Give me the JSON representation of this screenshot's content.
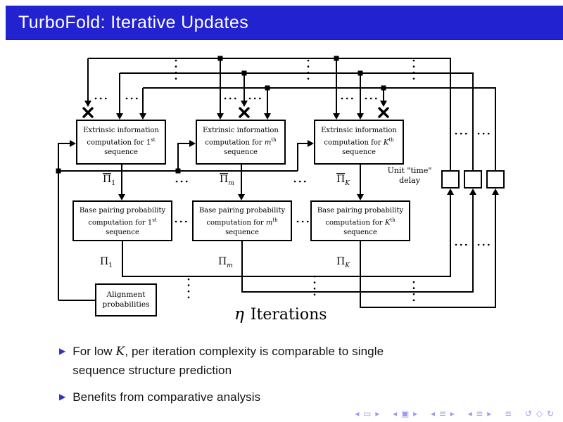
{
  "title": "TurboFold: Iterative Updates",
  "diagram": {
    "extrinsic_boxes": [
      {
        "line1": "Extrinsic information",
        "line2": "computation for ",
        "seq": "1",
        "sup": "st",
        "line3": "sequence"
      },
      {
        "line1": "Extrinsic information",
        "line2": "computation for ",
        "seq": "m",
        "sup": "th",
        "line3": "sequence"
      },
      {
        "line1": "Extrinsic information",
        "line2": "computation for ",
        "seq": "K",
        "sup": "th",
        "line3": "sequence"
      }
    ],
    "base_pairing_boxes": [
      {
        "line1": "Base pairing probability",
        "line2": "computation for ",
        "seq": "1",
        "sup": "st",
        "line3": "sequence"
      },
      {
        "line1": "Base pairing probability",
        "line2": "computation for ",
        "seq": "m",
        "sup": "th",
        "line3": "sequence"
      },
      {
        "line1": "Base pairing probability",
        "line2": "computation for ",
        "seq": "K",
        "sup": "th",
        "line3": "sequence"
      }
    ],
    "alignment_box": {
      "line1": "Alignment",
      "line2": "probabilities"
    },
    "unit_delay_label": {
      "line1": "Unit \"time\"",
      "line2": "delay"
    },
    "pi_bar_labels": [
      {
        "base": "Π",
        "sub": "1"
      },
      {
        "base": "Π",
        "sub": "m"
      },
      {
        "base": "Π",
        "sub": "K"
      }
    ],
    "pi_labels": [
      {
        "base": "Π",
        "sub": "1"
      },
      {
        "base": "Π",
        "sub": "m"
      },
      {
        "base": "Π",
        "sub": "K"
      }
    ],
    "iterations_label": {
      "eta": "η",
      "text": "Iterations"
    }
  },
  "bullets": [
    {
      "pre": "For low ",
      "math": "K",
      "post": ", per iteration complexity is comparable to single sequence structure prediction"
    },
    {
      "pre": "",
      "math": "",
      "post": "Benefits from comparative analysis"
    }
  ],
  "nav_symbols": [
    "◂ ▭ ▸",
    "◂ ▣ ▸",
    "◂ ≡ ▸",
    "◂ ≡ ▸",
    "≡",
    "↺ ◇ ↻"
  ],
  "colors": {
    "title_bar": "#2222d0",
    "bullet_marker": "#3030c8",
    "nav": "#9b9bee",
    "line": "#000000"
  }
}
